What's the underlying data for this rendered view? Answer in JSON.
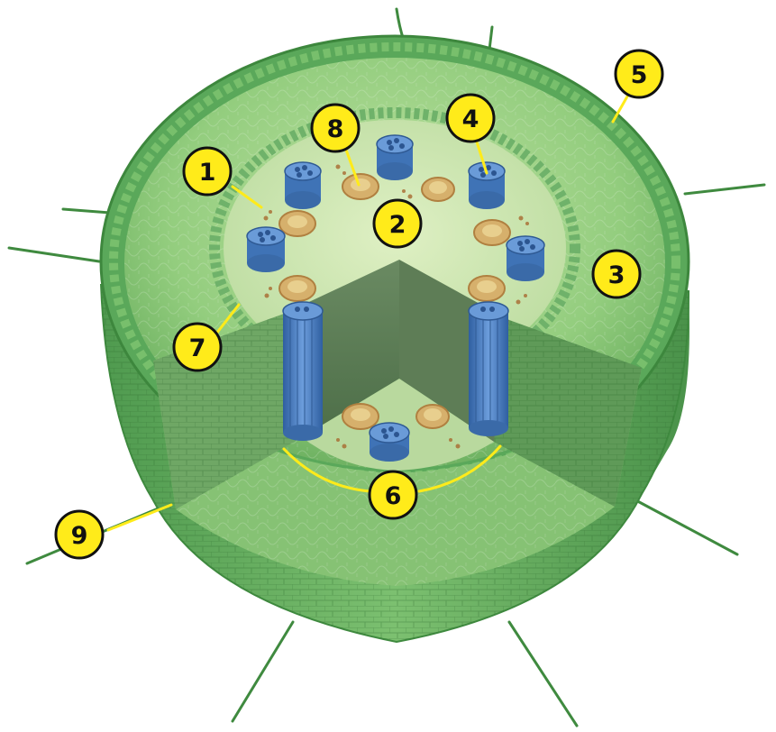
{
  "diagram": {
    "labels": [
      "1",
      "2",
      "3",
      "4",
      "5",
      "6",
      "7",
      "8",
      "9"
    ]
  },
  "colors": {
    "callout_fill": "#ffeb1a",
    "callout_stroke": "#111111",
    "leader_line": "#ffeb1a",
    "epidermis": "#4e9a4e",
    "cortex": "#8cc878",
    "pith": "#cfe6b0",
    "vascular_bundle": "#4a7fc1",
    "phloem_ring": "#c9a25a"
  }
}
